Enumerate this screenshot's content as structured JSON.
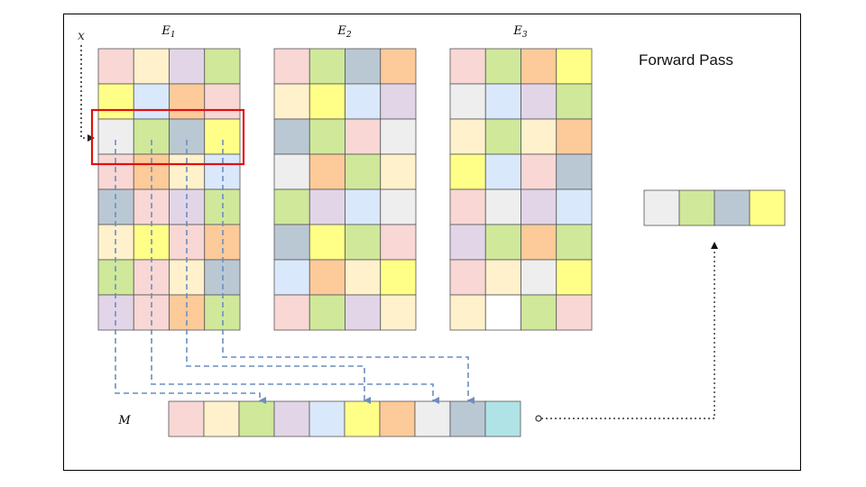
{
  "labels": {
    "input": "x",
    "matrices": [
      {
        "name": "E",
        "sub": "1"
      },
      {
        "name": "E",
        "sub": "2"
      },
      {
        "name": "E",
        "sub": "3"
      }
    ],
    "memory": "M",
    "title": "Forward Pass"
  },
  "colors": {
    "pink": "#f8d7d4",
    "cream": "#fef1cc",
    "lavender": "#e2d5e8",
    "green": "#cfe89a",
    "yellow": "#ffff88",
    "blue": "#dae8fb",
    "orange": "#fdca9a",
    "gray": "#eeeeee",
    "slate": "#bac8d4",
    "teal": "#b0e3e6",
    "white": "#ffffff",
    "highlight": "#e01010",
    "arrow": "#6c8ebf"
  },
  "matrices": [
    {
      "rows": [
        [
          "pink",
          "cream",
          "lavender",
          "green"
        ],
        [
          "yellow",
          "blue",
          "orange",
          "pink"
        ],
        [
          "gray",
          "green",
          "slate",
          "yellow"
        ],
        [
          "pink",
          "orange",
          "cream",
          "blue"
        ],
        [
          "slate",
          "pink",
          "lavender",
          "green"
        ],
        [
          "cream",
          "yellow",
          "pink",
          "orange"
        ],
        [
          "green",
          "pink",
          "cream",
          "slate"
        ],
        [
          "lavender",
          "pink",
          "orange",
          "green"
        ]
      ]
    },
    {
      "rows": [
        [
          "pink",
          "green",
          "slate",
          "orange"
        ],
        [
          "cream",
          "yellow",
          "blue",
          "lavender"
        ],
        [
          "slate",
          "green",
          "pink",
          "gray"
        ],
        [
          "gray",
          "orange",
          "green",
          "cream"
        ],
        [
          "green",
          "lavender",
          "blue",
          "gray"
        ],
        [
          "slate",
          "yellow",
          "green",
          "pink"
        ],
        [
          "blue",
          "orange",
          "cream",
          "yellow"
        ],
        [
          "pink",
          "green",
          "lavender",
          "cream"
        ]
      ]
    },
    {
      "rows": [
        [
          "pink",
          "green",
          "orange",
          "yellow"
        ],
        [
          "gray",
          "blue",
          "lavender",
          "green"
        ],
        [
          "cream",
          "green",
          "cream",
          "orange"
        ],
        [
          "yellow",
          "blue",
          "pink",
          "slate"
        ],
        [
          "pink",
          "gray",
          "lavender",
          "blue"
        ],
        [
          "lavender",
          "green",
          "orange",
          "green"
        ],
        [
          "pink",
          "cream",
          "gray",
          "yellow"
        ],
        [
          "cream",
          "white",
          "green",
          "pink"
        ]
      ]
    }
  ],
  "highlighted_row": 2,
  "memory_cells": [
    "pink",
    "cream",
    "green",
    "lavender",
    "blue",
    "yellow",
    "orange",
    "gray",
    "slate",
    "teal"
  ],
  "output_cells": [
    "gray",
    "green",
    "slate",
    "yellow"
  ]
}
